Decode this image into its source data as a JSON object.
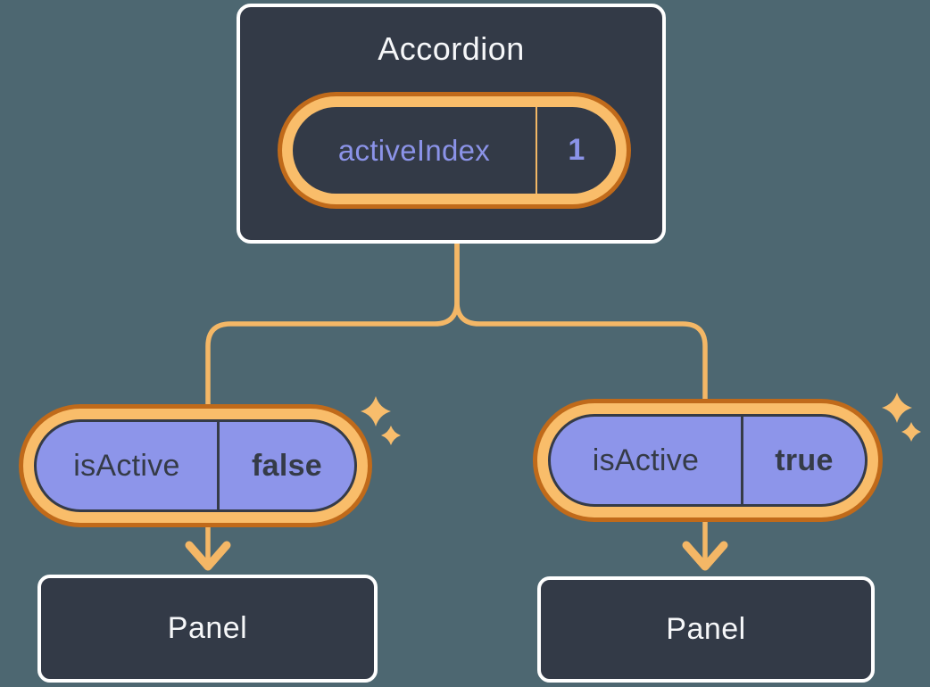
{
  "colors": {
    "background": "#4d6771",
    "card_bg": "#333a47",
    "card_border": "#ffffff",
    "text_light": "#f6f7f9",
    "text_dark": "#353b47",
    "text_purple": "#8b93e8",
    "pill_purple": "#8d95ea",
    "ring_inner": "#f9bd6a",
    "ring_outer": "#c06a1a",
    "connector": "#f4b766",
    "sparkle": "#f8bd6c",
    "divider_orange": "#f2b765"
  },
  "icons": {
    "sparkle": "✦",
    "arrow_down": "⌄"
  },
  "tree": {
    "root": {
      "title": "Accordion",
      "state": {
        "name": "activeIndex",
        "value": "1"
      }
    },
    "children": [
      {
        "prop": {
          "name": "isActive",
          "value": "false"
        },
        "panel": {
          "title": "Panel"
        }
      },
      {
        "prop": {
          "name": "isActive",
          "value": "true"
        },
        "panel": {
          "title": "Panel"
        }
      }
    ]
  }
}
